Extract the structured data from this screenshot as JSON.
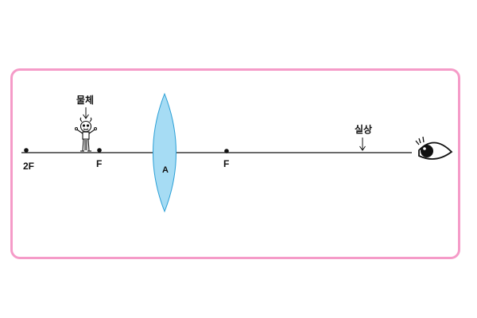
{
  "object_label": "물체",
  "image_label": "실상",
  "lens_label": "A",
  "points": {
    "two_f_left": "2F",
    "f_left": "F",
    "f_right": "F"
  },
  "colors": {
    "frame_border": "#f59bc8",
    "lens_fill": "#a6dcf4",
    "lens_stroke": "#2a9fd6",
    "axis": "#111111"
  },
  "icons": {
    "object": "stick-figure-icon",
    "observer": "eye-icon"
  }
}
